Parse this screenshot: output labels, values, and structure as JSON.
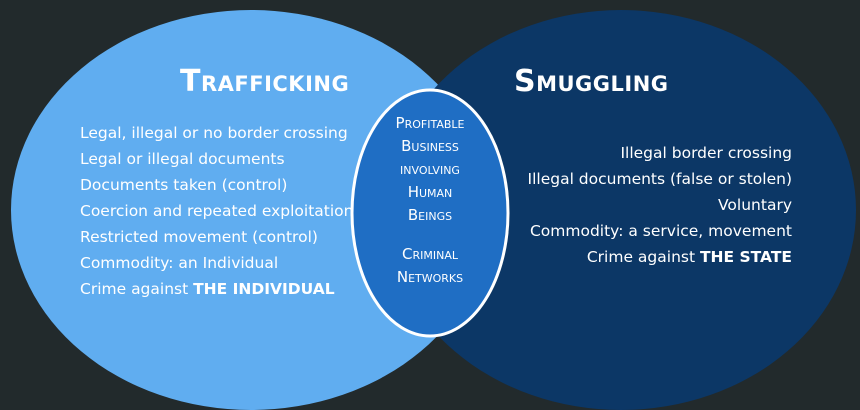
{
  "colors": {
    "background": "#222a2c",
    "left_circle": "#60adf0",
    "right_circle": "#0c3766",
    "center_ellipse": "#1f6ec4",
    "outline": "#ffffff"
  },
  "trafficking": {
    "title": "Trafficking",
    "items": [
      "Legal, illegal or no border crossing",
      "Legal or illegal documents",
      "Documents taken (control)",
      "Coercion and repeated exploitation",
      "Restricted movement (control)",
      "Commodity: an Individual"
    ],
    "crime_prefix": "Crime against ",
    "crime_target": "THE INDIVIDUAL"
  },
  "smuggling": {
    "title": "Smuggling",
    "items": [
      "Illegal border crossing",
      "Illegal documents (false or stolen)",
      "Voluntary",
      "Commodity: a service, movement"
    ],
    "crime_prefix": "Crime against ",
    "crime_target": "THE STATE"
  },
  "overlap": {
    "lines": [
      "Profitable",
      "Business",
      "involving",
      "Human",
      "Beings"
    ],
    "second_lines": [
      "Criminal",
      "Networks"
    ]
  }
}
